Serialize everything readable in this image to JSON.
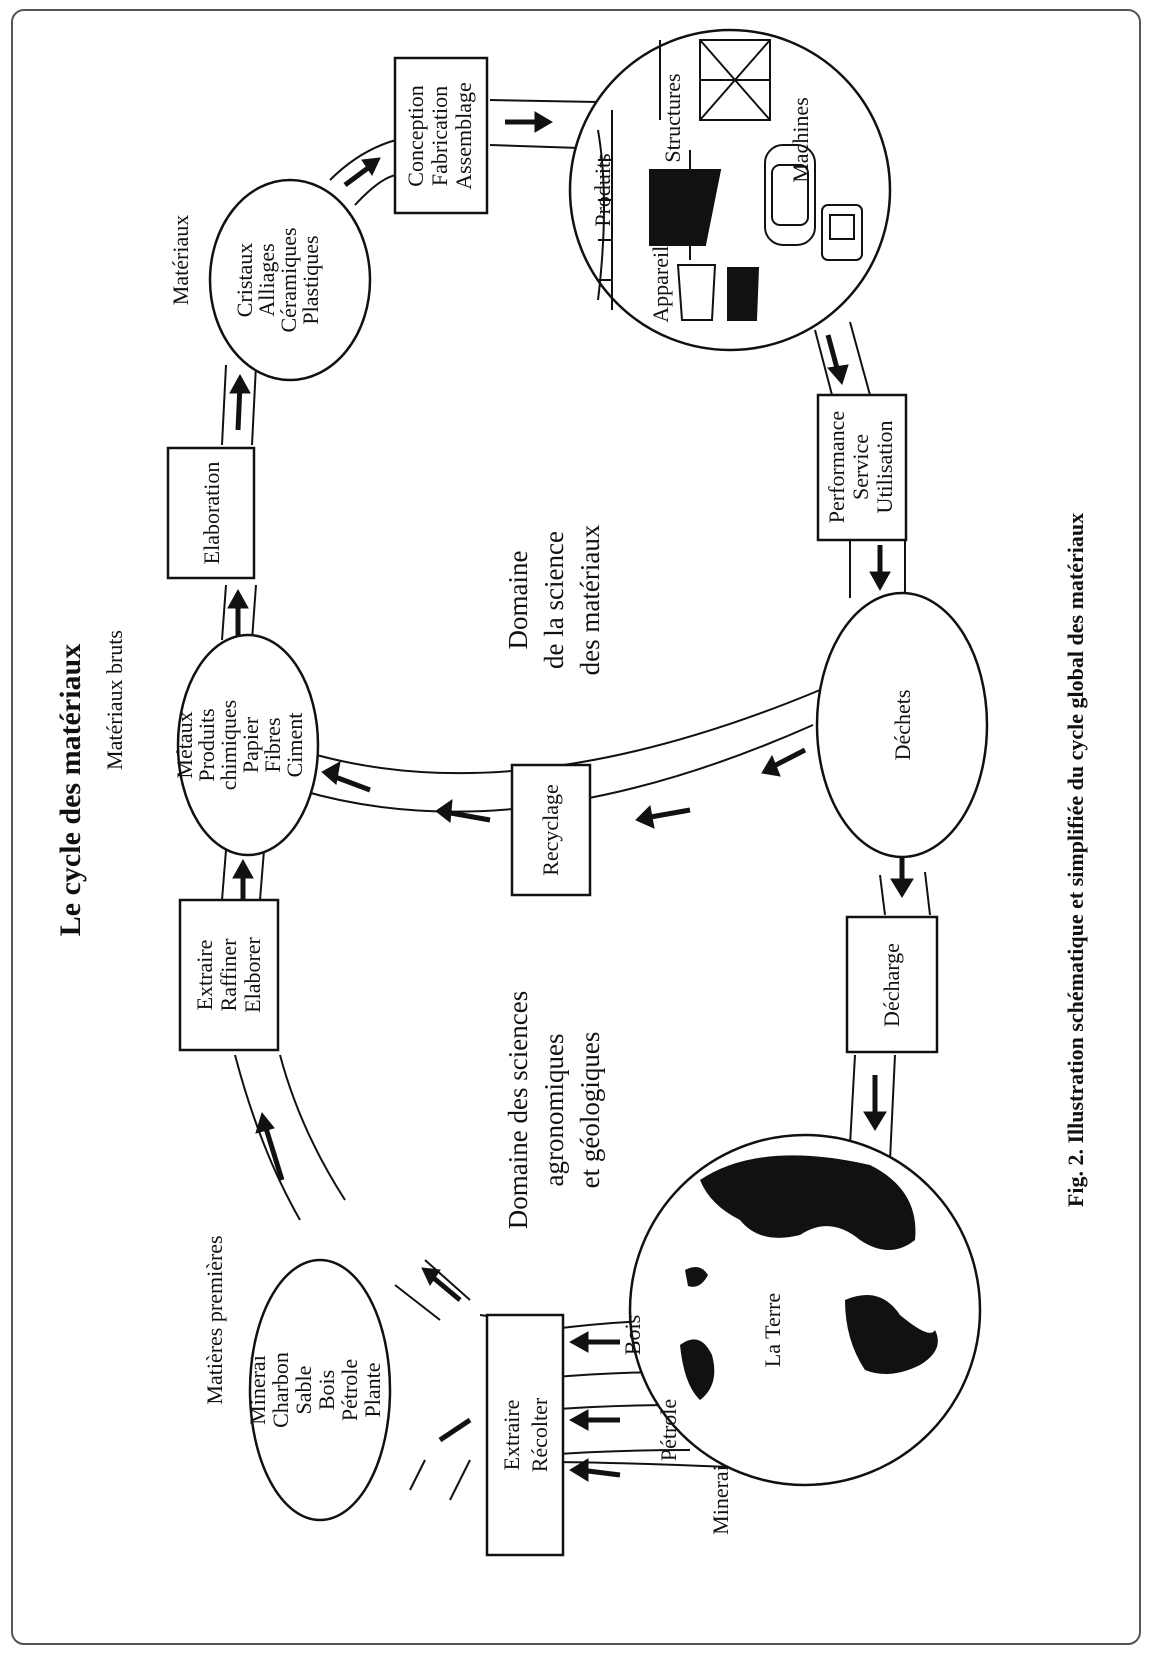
{
  "title": "Le cycle des matériaux",
  "caption": "Fig. 2. Illustration schématique et simplifiée du cycle global des matériaux",
  "domains": {
    "agro_geo": [
      "Domaine des sciences",
      "agronomiques",
      "et géologiques"
    ],
    "materials_science": [
      "Domaine",
      "de la science",
      "des matériaux"
    ]
  },
  "nodes": {
    "matieres_premieres": {
      "heading": "Matières premières",
      "items": [
        "Minerai",
        "Charbon",
        "Sable",
        "Bois",
        "Pétrole",
        "Plante"
      ]
    },
    "extraire_recolter": {
      "lines": [
        "Extraire",
        "Récolter"
      ]
    },
    "extraire_raffiner": {
      "lines": [
        "Extraire",
        "Raffiner",
        "Elaborer"
      ]
    },
    "materiaux_bruts": {
      "heading": "Matériaux bruts",
      "items": [
        "Métaux",
        "Produits",
        "chimiques",
        "Papier",
        "Fibres",
        "Ciment"
      ]
    },
    "elaboration": {
      "lines": [
        "Elaboration"
      ]
    },
    "materiaux": {
      "heading": "Matériaux",
      "items": [
        "Cristaux",
        "Alliages",
        "Céramiques",
        "Plastiques"
      ]
    },
    "conception": {
      "lines": [
        "Conception",
        "Fabrication",
        "Assemblage"
      ]
    },
    "produits": {
      "labels": [
        "Produits",
        "Structures",
        "Appareils",
        "Machines"
      ]
    },
    "performance": {
      "lines": [
        "Performance",
        "Service",
        "Utilisation"
      ]
    },
    "dechets": {
      "lines": [
        "Déchets"
      ]
    },
    "recyclage": {
      "lines": [
        "Recyclage"
      ]
    },
    "decharge": {
      "lines": [
        "Décharge"
      ]
    },
    "terre": {
      "label": "La Terre"
    }
  },
  "streams": [
    "Minerai",
    "Pétrole",
    "Bois"
  ],
  "colors": {
    "ink": "#111111",
    "paper": "#ffffff",
    "frame": "#555555"
  }
}
